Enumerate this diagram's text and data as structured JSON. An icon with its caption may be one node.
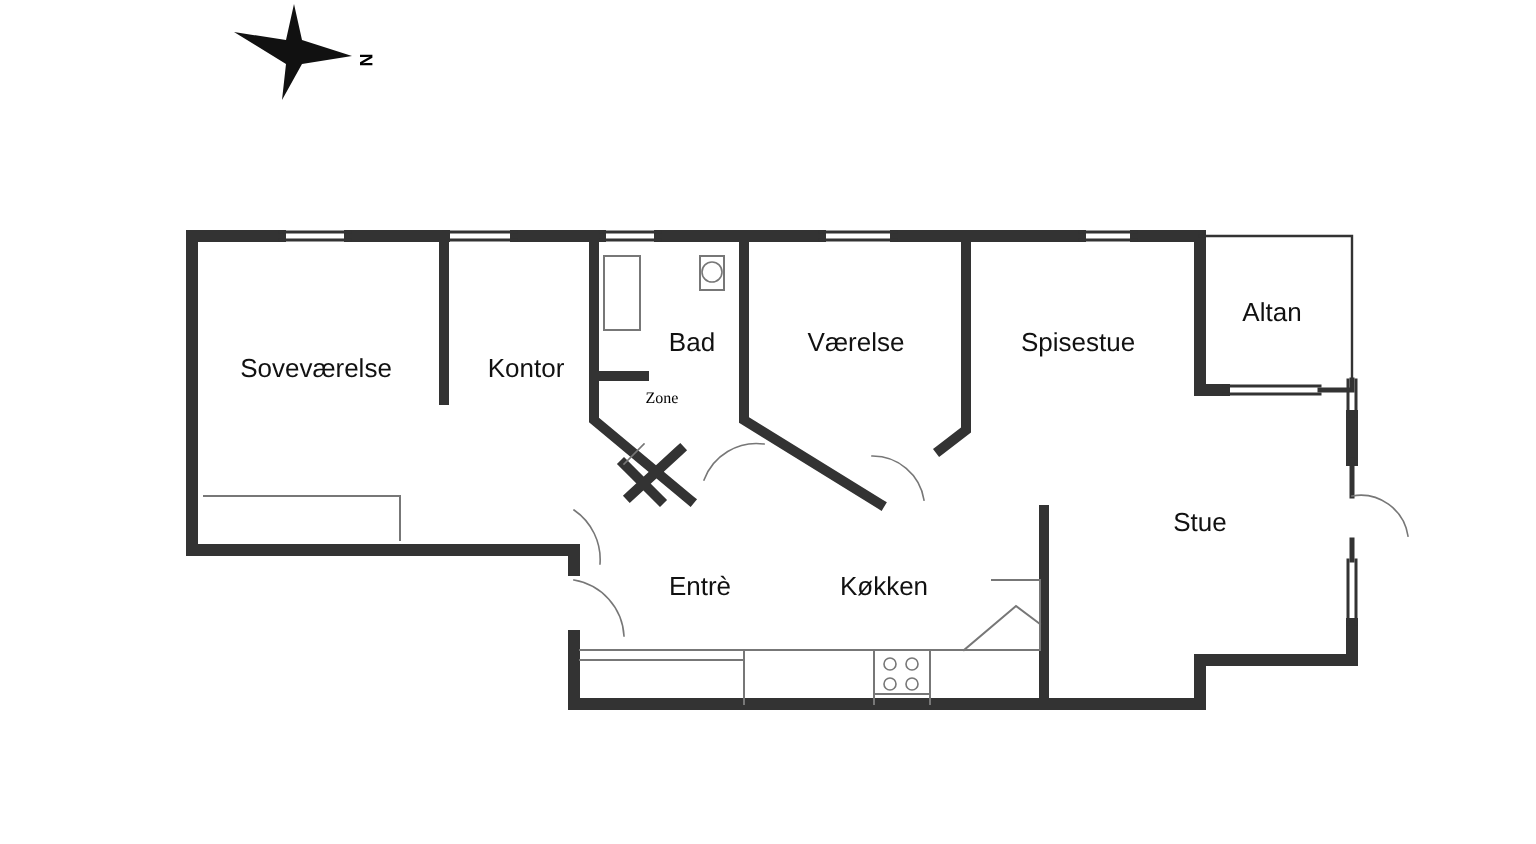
{
  "diagram": {
    "nodes": [
      {
        "text": [
          "Soveværelse"
        ]
      },
      {
        "text": [
          "Kontor"
        ]
      },
      {
        "text": [
          "Bad"
        ]
      },
      {
        "text": [
          "Værelse"
        ]
      },
      {
        "text": [
          "Spisestue"
        ]
      },
      {
        "text": [
          "Altan"
        ]
      },
      {
        "text": [
          "Stue"
        ]
      },
      {
        "text": [
          "Entrè"
        ]
      },
      {
        "text": [
          "Køkken"
        ]
      }
    ],
    "edges": [],
    "labels": [
      "N",
      "Zone"
    ]
  }
}
